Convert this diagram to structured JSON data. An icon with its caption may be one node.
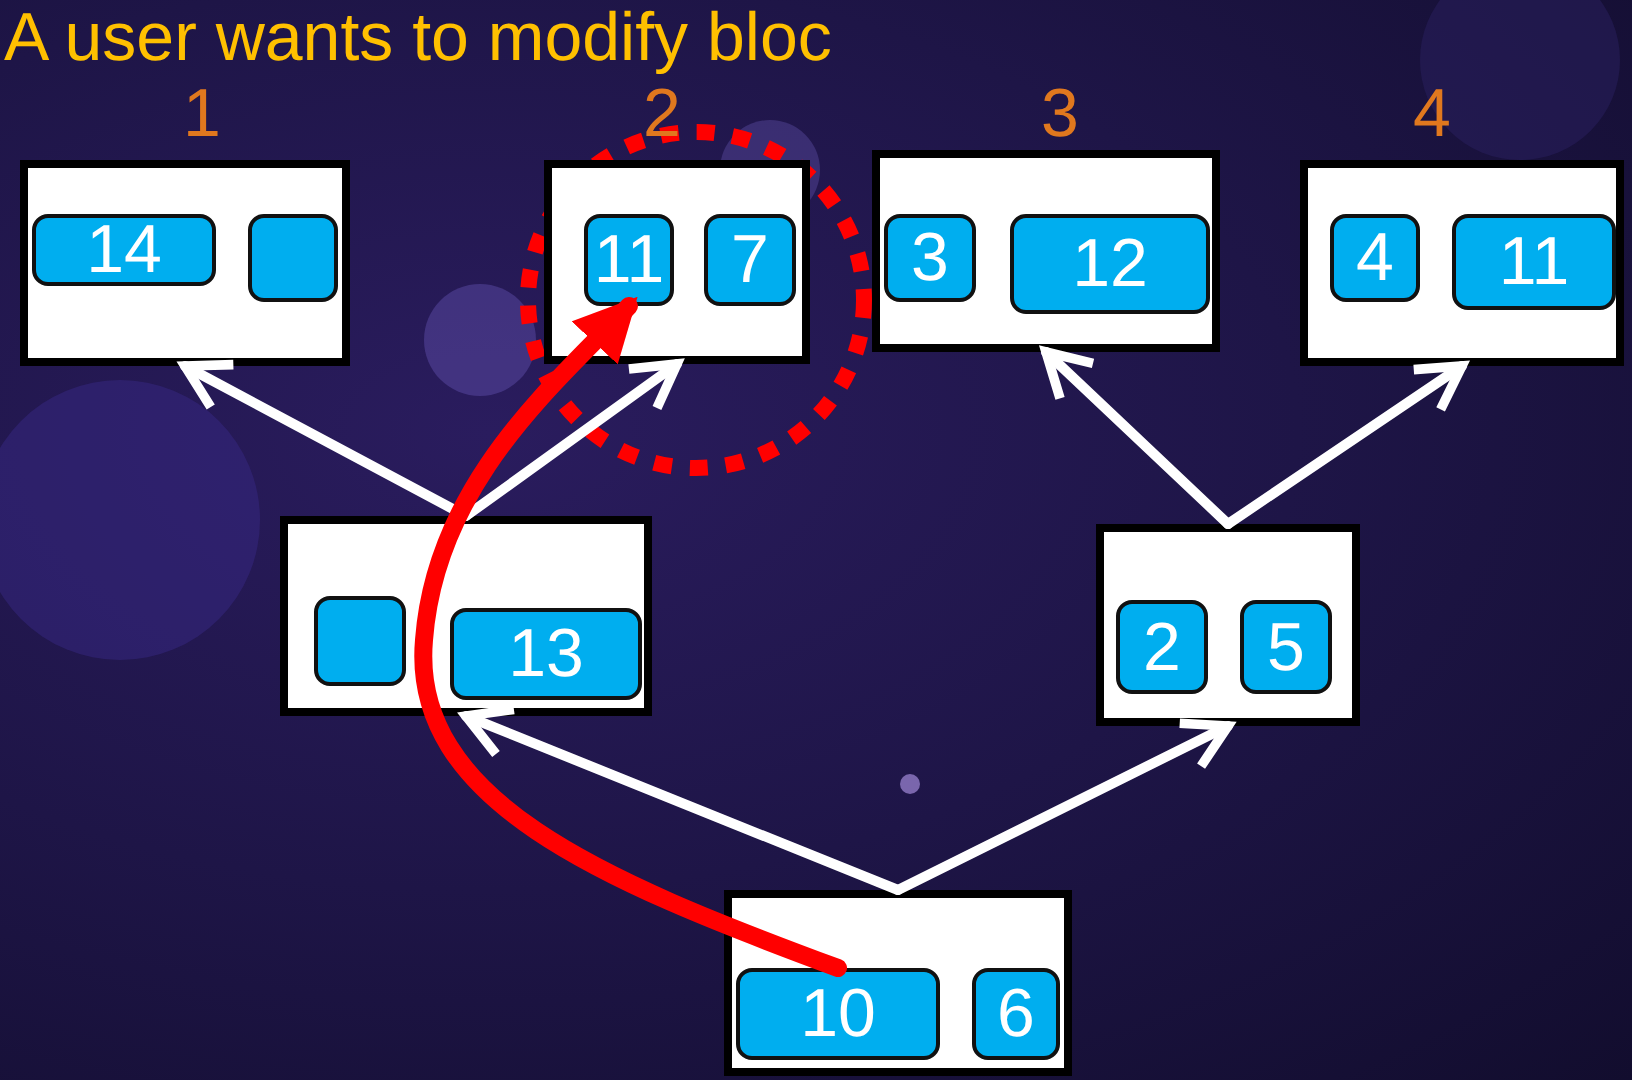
{
  "diagram": {
    "title": "A user wants to modify bloc",
    "nodes": [
      {
        "text": [],
        "shape": "box",
        "beside": [
          "1"
        ]
      },
      {
        "text": [
          "14"
        ],
        "in": 0
      },
      {
        "text": [],
        "shape": "box",
        "in": 0
      },
      {
        "text": [],
        "shape": "box",
        "beside": [
          "2"
        ]
      },
      {
        "text": [
          "11"
        ],
        "in": 3
      },
      {
        "text": [
          "7"
        ],
        "in": 3
      },
      {
        "text": [],
        "shape": "box",
        "beside": [
          "3"
        ]
      },
      {
        "text": [
          "3"
        ],
        "in": 6
      },
      {
        "text": [
          "12"
        ],
        "in": 6
      },
      {
        "text": [],
        "shape": "box",
        "beside": [
          "4"
        ]
      },
      {
        "text": [
          "4"
        ],
        "in": 9
      },
      {
        "text": [
          "11"
        ],
        "in": 9
      },
      {
        "text": [],
        "shape": "box"
      },
      {
        "text": [],
        "shape": "box",
        "in": 12
      },
      {
        "text": [
          "13"
        ],
        "in": 12
      },
      {
        "text": [],
        "shape": "box"
      },
      {
        "text": [
          "2"
        ],
        "in": 15
      },
      {
        "text": [
          "5"
        ],
        "in": 15
      },
      {
        "text": [],
        "shape": "box"
      },
      {
        "text": [
          "10"
        ],
        "in": 18
      },
      {
        "text": [
          "6"
        ],
        "in": 18
      }
    ],
    "edges": [
      {
        "from": 12,
        "to": 0,
        "arrow": "to"
      },
      {
        "from": 12,
        "to": 3,
        "arrow": "to"
      },
      {
        "from": 15,
        "to": 6,
        "arrow": "to"
      },
      {
        "from": 15,
        "to": 9,
        "arrow": "to"
      },
      {
        "from": 18,
        "to": 12,
        "arrow": "to"
      },
      {
        "from": 18,
        "to": 15,
        "arrow": "to"
      },
      {
        "from": 19,
        "to": 4,
        "arrow": "to",
        "style": "thick",
        "color": "#ff0000"
      }
    ]
  }
}
